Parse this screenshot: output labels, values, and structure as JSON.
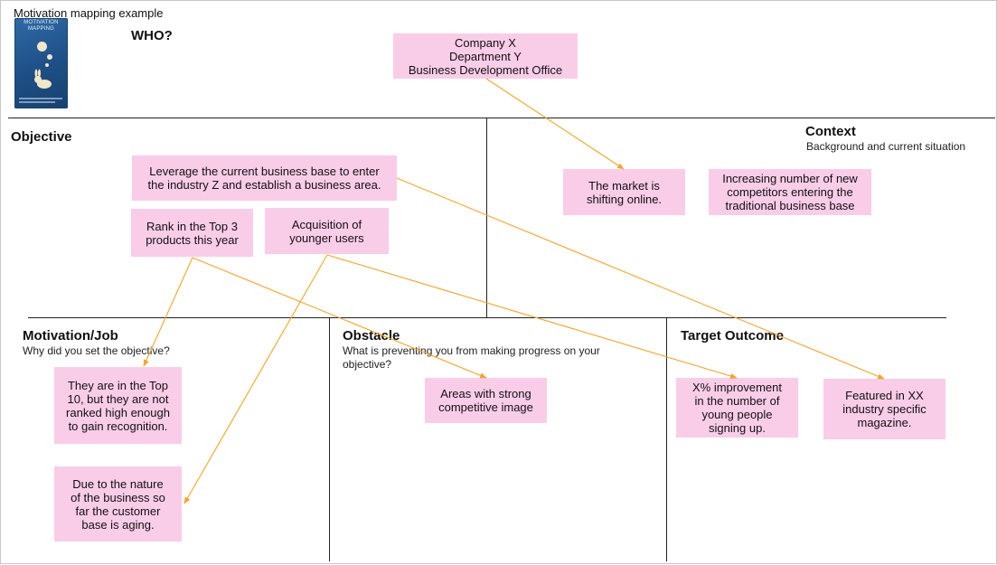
{
  "header": {
    "caption": "Motivation mapping example",
    "who_label": "WHO?",
    "book_title_line1": "MOTIVATION",
    "book_title_line2": "MAPPING"
  },
  "who_note": {
    "lines": [
      "Company X",
      "Department Y",
      "Business Development Office"
    ]
  },
  "sections": {
    "objective": {
      "title": "Objective"
    },
    "context": {
      "title": "Context",
      "subtitle": "Background and current situation"
    },
    "motivation": {
      "title": "Motivation/Job",
      "subtitle": "Why did you set the objective?"
    },
    "obstacle": {
      "title": "Obstacle",
      "subtitle": "What is preventing you from making progress on your objective?"
    },
    "target": {
      "title": "Target Outcome"
    }
  },
  "notes": {
    "objective_main": [
      "Leverage the current business base to enter",
      "the industry Z and establish a business area."
    ],
    "objective_top3": [
      "Rank in the Top 3",
      "products this year"
    ],
    "objective_younger": [
      "Acquisition of",
      "younger users"
    ],
    "context_market": [
      "The market is",
      "shifting online."
    ],
    "context_competitors": [
      "Increasing number of new",
      "competitors entering the",
      "traditional business base"
    ],
    "motivation_top10": [
      "They are in the Top",
      "10, but they are not",
      "ranked high enough",
      "to gain recognition."
    ],
    "motivation_aging": [
      "Due to the nature",
      "of the business so",
      "far the customer",
      "base is aging."
    ],
    "obstacle_image": [
      "Areas with strong",
      "competitive image"
    ],
    "target_young": [
      "X% improvement",
      "in the number of",
      "young people",
      "signing up."
    ],
    "target_magazine": [
      "Featured in XX",
      "industry specific",
      "magazine."
    ]
  },
  "colors": {
    "note_fill": "#f9cde8",
    "arrow": "#f5a623",
    "book": "#1d4f86"
  }
}
